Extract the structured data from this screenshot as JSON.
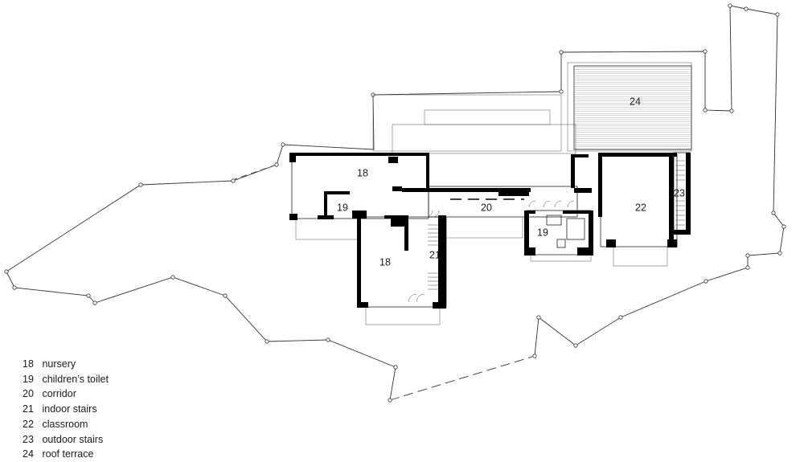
{
  "rooms": [
    {
      "id": "18",
      "name": "nursery"
    },
    {
      "id": "19",
      "name": "children's toilet"
    },
    {
      "id": "20",
      "name": "corridor"
    },
    {
      "id": "21",
      "name": "indoor stairs"
    },
    {
      "id": "22",
      "name": "classroom"
    },
    {
      "id": "23",
      "name": "outdoor stairs"
    },
    {
      "id": "24",
      "name": "roof terrace"
    }
  ],
  "plan_labels": {
    "nursery_a": "18",
    "nursery_b": "18",
    "toilet_a": "19",
    "toilet_b": "19",
    "corridor": "20",
    "indoor_stairs": "21",
    "classroom": "22",
    "outdoor_stairs": "23",
    "roof_terrace": "24"
  },
  "legend": [
    {
      "num": "18",
      "text": "nursery"
    },
    {
      "num": "19",
      "text": "children’s toilet"
    },
    {
      "num": "20",
      "text": "corridor"
    },
    {
      "num": "21",
      "text": "indoor stairs"
    },
    {
      "num": "22",
      "text": "classroom"
    },
    {
      "num": "23",
      "text": "outdoor stairs"
    },
    {
      "num": "24",
      "text": "roof terrace"
    }
  ]
}
